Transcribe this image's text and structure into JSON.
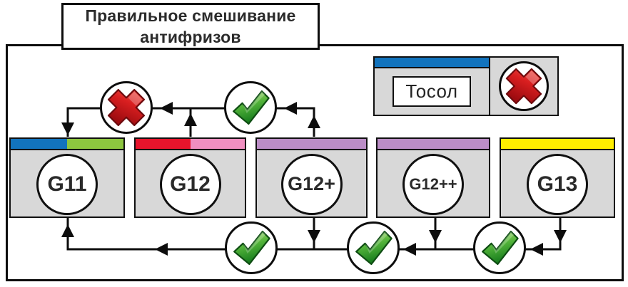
{
  "title": {
    "line1": "Правильное смешивание",
    "line2": "антифризов"
  },
  "tosol": {
    "label": "Тосол",
    "verdict": "cross",
    "bar_color": "#1273bd"
  },
  "antifreeze_boxes": [
    {
      "id": "G11",
      "label": "G11",
      "bar_colors": [
        "#1273bd",
        "#8dc63f"
      ]
    },
    {
      "id": "G12",
      "label": "G12",
      "bar_colors": [
        "#e8142c",
        "#f08fc1"
      ]
    },
    {
      "id": "G12+",
      "label": "G12+",
      "bar_colors": [
        "#bb8dc6",
        "#bb8dc6"
      ]
    },
    {
      "id": "G12++",
      "label": "G12++",
      "bar_colors": [
        "#bb8dc6",
        "#bb8dc6"
      ]
    },
    {
      "id": "G13",
      "label": "G13",
      "bar_colors": [
        "#ffee00",
        "#ffee00"
      ]
    }
  ],
  "verdict_icons": {
    "top_row": [
      {
        "between": [
          "G11",
          "G12"
        ],
        "icon": "cross"
      },
      {
        "between": [
          "G12",
          "G12+"
        ],
        "icon": "check"
      }
    ],
    "bottom_row": [
      {
        "between": [
          "G11",
          "G12+"
        ],
        "icon": "check"
      },
      {
        "between": [
          "G12+",
          "G12++"
        ],
        "icon": "check"
      },
      {
        "between": [
          "G12++",
          "G13"
        ],
        "icon": "check"
      }
    ],
    "tosol": {
      "icon": "cross"
    }
  },
  "colors": {
    "blue": "#1273bd",
    "green_bar": "#8dc63f",
    "red_bar": "#e8142c",
    "pink_bar": "#f08fc1",
    "purple_bar": "#bb8dc6",
    "yellow_bar": "#ffee00",
    "card_gray": "#d8d8d8",
    "line_black": "#0d0d0d",
    "cross_red": "#c41218",
    "check_green": "#2e9e2e"
  }
}
